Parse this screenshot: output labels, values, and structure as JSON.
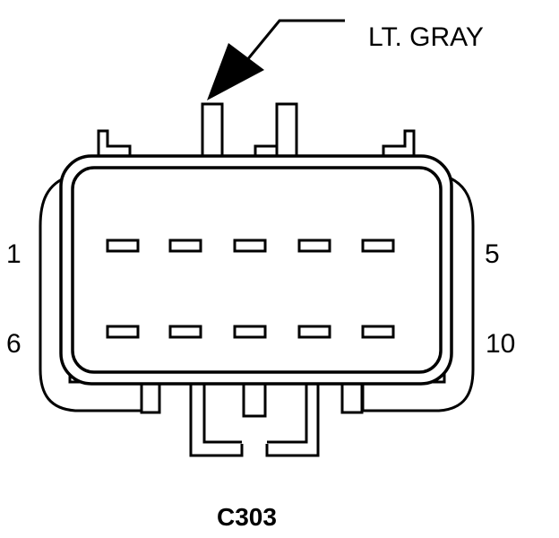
{
  "diagram": {
    "wire_color_label": "LT. GRAY",
    "connector_id": "C303",
    "pin_labels": {
      "top_left": "1",
      "top_right": "5",
      "bottom_left": "6",
      "bottom_right": "10"
    },
    "line_color": "#000000",
    "background_color": "#ffffff"
  }
}
